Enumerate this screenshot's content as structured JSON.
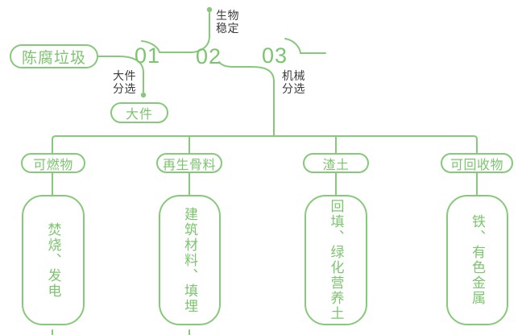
{
  "palette": {
    "stroke_green": "#87c97a",
    "text_green": "#7cc46e",
    "label_dark": "#3c3c3c",
    "background": "#ffffff"
  },
  "diagram": {
    "source_label": "陈腐垃圾",
    "steps": [
      {
        "number": "01",
        "process_line1": "大件",
        "process_line2": "分选",
        "output_label": "大件"
      },
      {
        "number": "02",
        "process_line1": "生物",
        "process_line2": "稳定"
      },
      {
        "number": "03",
        "process_line1": "机械",
        "process_line2": "分选"
      }
    ],
    "branches": [
      {
        "category": "可燃物",
        "disposal": "焚烧、发电"
      },
      {
        "category": "再生骨料",
        "disposal": "建筑材料、填埋"
      },
      {
        "category": "渣土",
        "disposal": "回填、绿化营养土"
      },
      {
        "category": "可回收物",
        "disposal": "铁、有色金属"
      }
    ]
  }
}
